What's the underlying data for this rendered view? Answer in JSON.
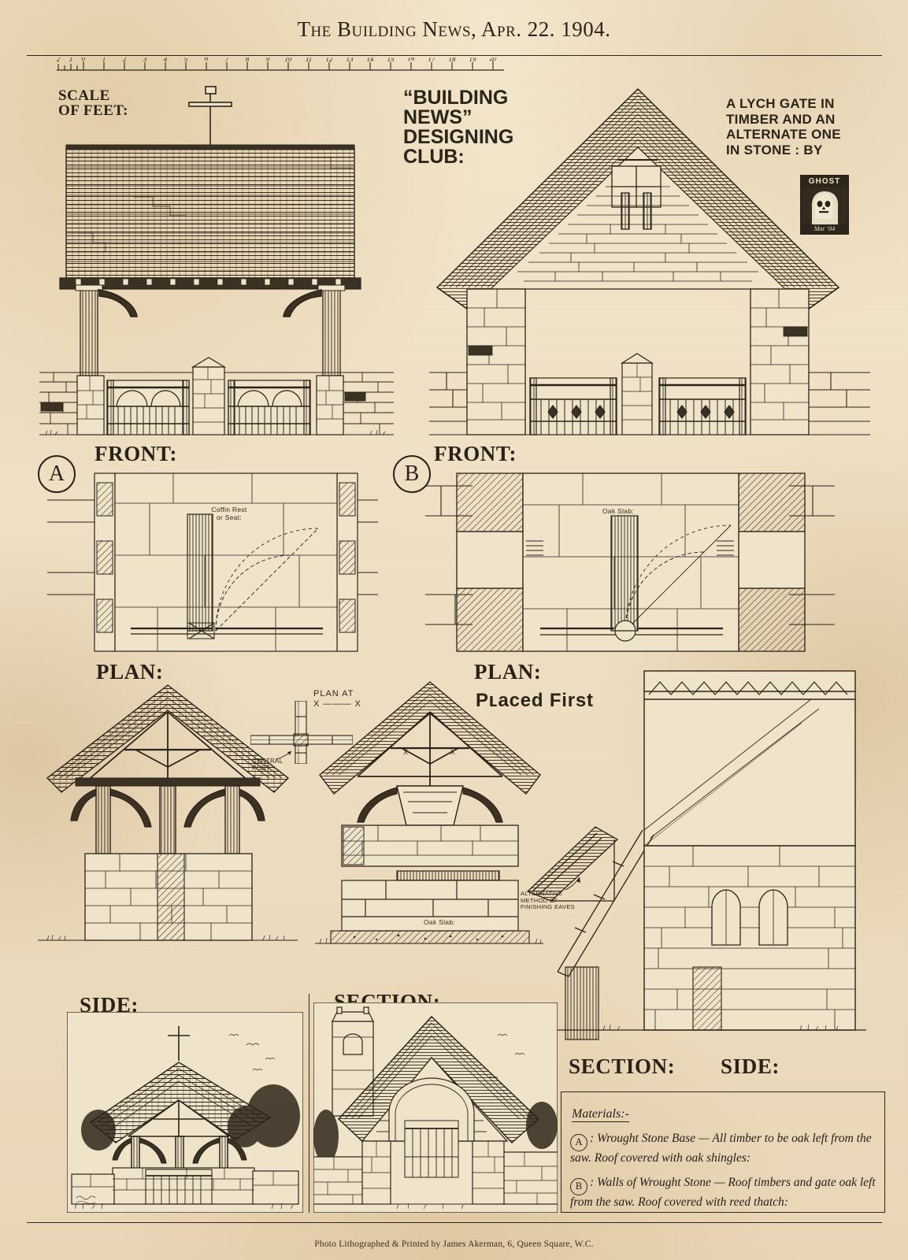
{
  "sheet": {
    "publication_header": "The Building News, Apr. 22. 1904.",
    "printer_credit": "Photo Lithographed & Printed by James Akerman, 6, Queen Square, W.C."
  },
  "scale": {
    "label_line1": "SCALE",
    "label_line2": "OF FEET:",
    "minor_left_ticks": [
      "2",
      "1",
      "0"
    ],
    "ticks": [
      "1",
      "2",
      "3",
      "4",
      "5",
      "6",
      "7",
      "8",
      "9",
      "10",
      "11",
      "12",
      "13",
      "14",
      "15",
      "16",
      "17",
      "18",
      "19",
      "20"
    ],
    "unit": "feet"
  },
  "club_title": {
    "line1": "“BUILDING",
    "line2": "NEWS”",
    "line3": "DESIGNING",
    "line4": "CLUB:"
  },
  "subject_title": {
    "line1": "A LYCH GATE IN",
    "line2": "TIMBER AND AN",
    "line3": "ALTERNATE ONE",
    "line4": "IN STONE : BY"
  },
  "pseudonym_stamp": {
    "name": "GHOST",
    "date": "Mar ’04",
    "device": "hooded-skull"
  },
  "scheme_markers": {
    "a": "A",
    "b": "B"
  },
  "drawing_labels": {
    "front_a": "FRONT:",
    "front_b": "FRONT:",
    "plan_a": "PLAN:",
    "plan_b": "PLAN:",
    "placed_first": "Pʟaced First",
    "side_a": "SIDE:",
    "section_a": "SECTION:",
    "section_b": "SECTION:",
    "side_b": "SIDE:"
  },
  "annotations": {
    "coffin_rest": "Coffin Rest\nor Seat:",
    "coffin_rest_l1": "Coffin Rest",
    "coffin_rest_l2": "or Seat:",
    "oak_slab_plan": "Oak Slab:",
    "oak_slab_section": "Oak Slab:",
    "plan_at_l1": "PLAN AT",
    "plan_at_l2": "X ——— X",
    "central_post_l1": "CENTRAL",
    "central_post_l2": "POST:",
    "alt_eaves_l1": "ALTERNATIVE",
    "alt_eaves_l2": "METHOD OF",
    "alt_eaves_l3": "FINISHING EAVES"
  },
  "materials": {
    "heading": "Materials:-",
    "a_marker": "A",
    "a_text": ": Wrought Stone Base — All timber to be oak left from the saw. Roof covered with oak shingles:",
    "b_marker": "B",
    "b_text": ": Walls of Wrought Stone — Roof timbers and gate oak left from the saw. Roof covered with reed thatch:"
  },
  "colors": {
    "paper": "#efe0c4",
    "paper_light": "#f4e7cd",
    "paper_dark": "#ead7b8",
    "ink": "#2a2218",
    "ink_light": "#5a4c37"
  }
}
